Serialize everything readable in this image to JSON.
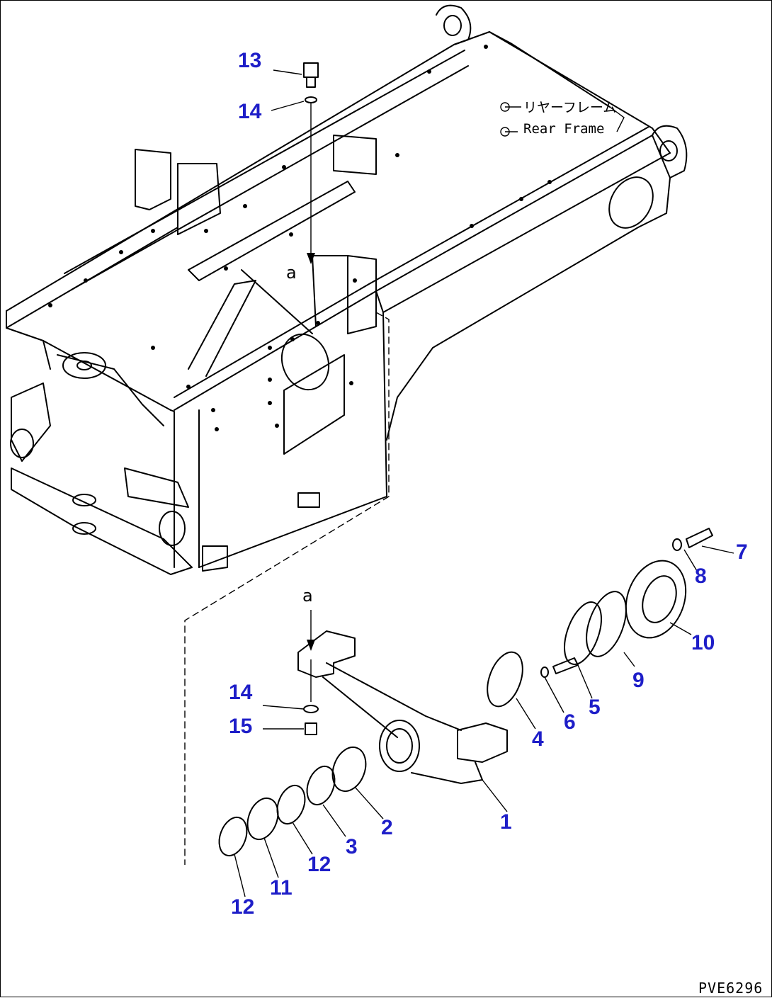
{
  "frame_labels": {
    "jp": "リヤーフレーム",
    "en": "Rear Frame"
  },
  "view_ref": {
    "top": "a",
    "bottom": "a"
  },
  "drawing_code": "PVE6296",
  "callouts": [
    {
      "id": "c13",
      "text": "13"
    },
    {
      "id": "c14a",
      "text": "14"
    },
    {
      "id": "c14b",
      "text": "14"
    },
    {
      "id": "c15",
      "text": "15"
    },
    {
      "id": "c7",
      "text": "7"
    },
    {
      "id": "c8",
      "text": "8"
    },
    {
      "id": "c10",
      "text": "10"
    },
    {
      "id": "c9",
      "text": "9"
    },
    {
      "id": "c5",
      "text": "5"
    },
    {
      "id": "c6",
      "text": "6"
    },
    {
      "id": "c4",
      "text": "4"
    },
    {
      "id": "c1",
      "text": "1"
    },
    {
      "id": "c2",
      "text": "2"
    },
    {
      "id": "c3",
      "text": "3"
    },
    {
      "id": "c12a",
      "text": "12"
    },
    {
      "id": "c11",
      "text": "11"
    },
    {
      "id": "c12b",
      "text": "12"
    }
  ],
  "colors": {
    "callout": "#1e1ec8",
    "line": "#000000"
  }
}
